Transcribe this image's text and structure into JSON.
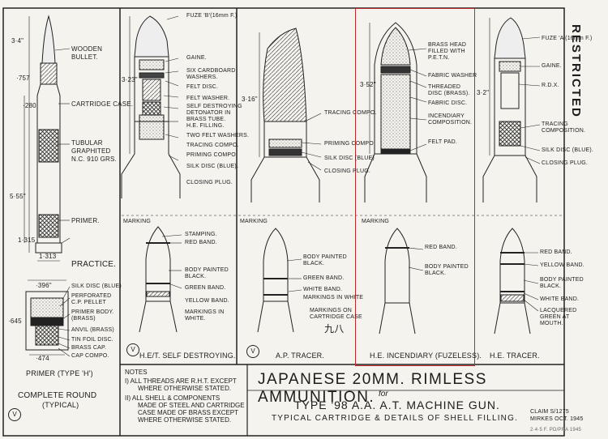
{
  "stamp": "RESTRICTED",
  "panel1": {
    "dims": [
      "3·4\"",
      "·757",
      "·280",
      "5·55\"",
      "1·315",
      "1·313",
      "·396\"",
      "·645",
      "·474"
    ],
    "callouts": [
      "WOODEN",
      "BULLET.",
      "CARTRIDGE CASE.",
      "TUBULAR",
      "GRAPHITED",
      "N.C. 910 GRS.",
      "PRIMER."
    ],
    "practice": "PRACTICE.",
    "primer_callouts": [
      "SILK DISC (BLUE)",
      "PERFORATED",
      "C.P. PELLET",
      "PRIMER BODY.",
      "(BRASS)",
      "ANVIL (BRASS)",
      "TIN FOIL DISC.",
      "BRASS CAP.",
      "CAP COMPO."
    ],
    "primer_caption": "PRIMER (TYPE 'H')",
    "caption": "COMPLETE ROUND",
    "subcaption": "(TYPICAL)",
    "mark": "V"
  },
  "panel2": {
    "dim": "3·23\"",
    "callouts": [
      "FUZE 'B'(16mm F.)",
      "GAINE.",
      "SIX CARDBOARD",
      "WASHERS.",
      "FELT DISC.",
      "FELT WASHER.",
      "SELF DESTROYING",
      "DETONATOR IN",
      "BRASS TUBE.",
      "H.E. FILLING.",
      "TWO FELT WASHERS.",
      "TRACING COMPO.",
      "PRIMING COMPO.",
      "SILK DISC (BLUE).",
      "CLOSING PLUG."
    ],
    "marking": "MARKING",
    "markings": [
      "STAMPING.",
      "RED BAND.",
      "BODY PAINTED",
      "BLACK.",
      "GREEN BAND.",
      "YELLOW BAND.",
      "MARKINGS IN",
      "WHITE."
    ],
    "mark": "V",
    "caption": "H.E/T. SELF DESTROYING."
  },
  "panel3": {
    "dim": "3·16\"",
    "callouts": [
      "TRACING COMPO.",
      "PRIMING COMPO.",
      "SILK DISC (BLUE)",
      "CLOSING PLUG."
    ],
    "marking": "MARKING",
    "markings": [
      "BODY PAINTED",
      "BLACK.",
      "GREEN BAND.",
      "WHITE BAND.",
      "MARKINGS IN WHITE"
    ],
    "case_marking": [
      "MARKINGS ON",
      "CARTRIDGE CASE"
    ],
    "case_chars": "九八",
    "mark": "V",
    "caption": "A.P. TRACER."
  },
  "panel4": {
    "dim": "3·52\"",
    "callouts": [
      "BRASS HEAD",
      "FILLED WITH",
      "P.E.T.N.",
      "FABRIC WASHER",
      "THREADED",
      "DISC (BRASS).",
      "FABRIC DISC.",
      "INCENDIARY",
      "COMPOSITION.",
      "FELT PAD."
    ],
    "marking": "MARKING",
    "markings": [
      "RED BAND.",
      "BODY PAINTED",
      "BLACK."
    ],
    "caption": "H.E. INCENDIARY (FUZELESS)."
  },
  "panel5": {
    "dim": "3·2\"",
    "callouts": [
      "FUZE 'A'(16mm F.)",
      "GAINE.",
      "R.D.X.",
      "TRACING",
      "COMPOSITION.",
      "SILK DISC (BLUE).",
      "CLOSING PLUG."
    ],
    "markings": [
      "RED BAND.",
      "YELLOW BAND.",
      "BODY PAINTED",
      "BLACK.",
      "WHITE BAND.",
      "LACQUERED",
      "GREEN AT",
      "MOUTH."
    ],
    "caption": "H.E. TRACER."
  },
  "notes": {
    "heading": "NOTES",
    "lines": [
      "I) ALL THREADS ARE R.H.T. EXCEPT",
      "WHERE OTHERWISE STATED.",
      "II) ALL SHELL & COMPONENTS",
      "MADE OF STEEL AND CARTRIDGE",
      "CASE MADE OF BRASS EXCEPT",
      "WHERE OTHERWISE STATED."
    ]
  },
  "title": {
    "main": "JAPANESE 20MM. RIMLESS AMMUNITION.",
    "for": "for",
    "sub": "TYPE '98 A.A. A.T. MACHINE GUN.",
    "sub2": "TYPICAL CARTRIDGE & DETAILS OF SHELL FILLING.",
    "claim": "CLAIM S/1275",
    "draft": "MIRKES OCT. 1945",
    "number": "2·4·5 F. PD/PRA 1945"
  }
}
